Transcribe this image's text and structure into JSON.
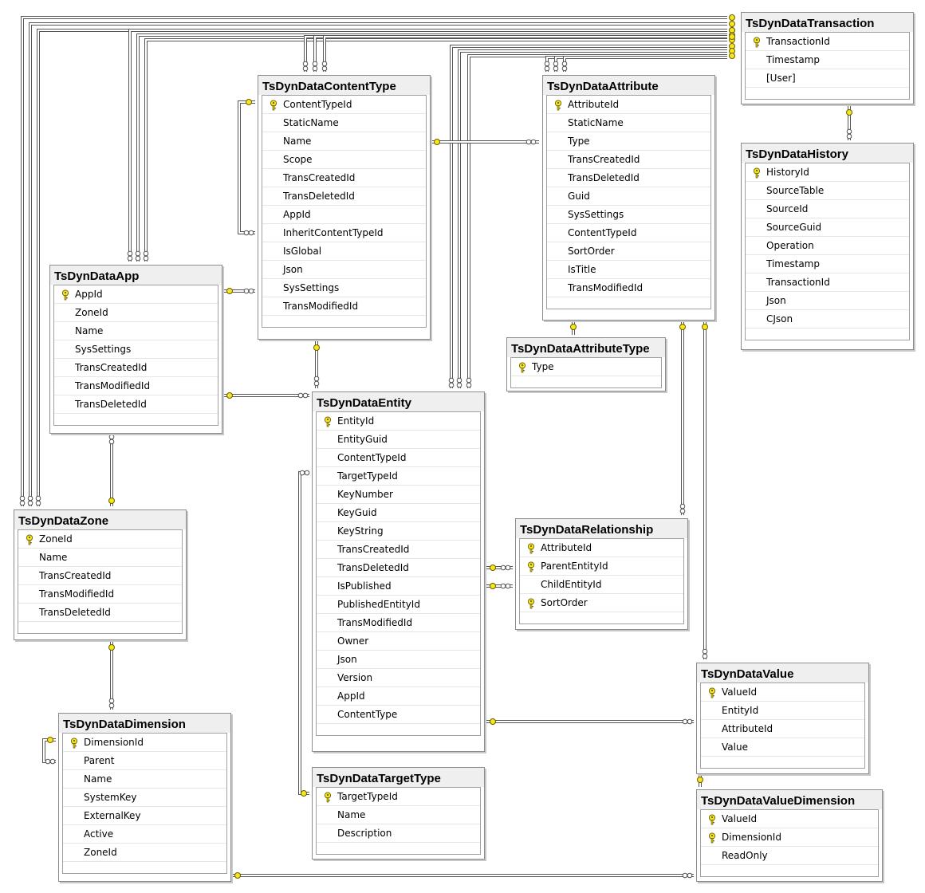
{
  "tables": [
    {
      "id": "transaction",
      "name": "TsDynDataTransaction",
      "columns": [
        {
          "name": "TransactionId",
          "pk": true
        },
        {
          "name": "Timestamp"
        },
        {
          "name": "[User]"
        }
      ]
    },
    {
      "id": "contenttype",
      "name": "TsDynDataContentType",
      "columns": [
        {
          "name": "ContentTypeId",
          "pk": true
        },
        {
          "name": "StaticName"
        },
        {
          "name": "Name"
        },
        {
          "name": "Scope"
        },
        {
          "name": "TransCreatedId"
        },
        {
          "name": "TransDeletedId"
        },
        {
          "name": "AppId"
        },
        {
          "name": "InheritContentTypeId"
        },
        {
          "name": "IsGlobal"
        },
        {
          "name": "Json"
        },
        {
          "name": "SysSettings"
        },
        {
          "name": "TransModifiedId"
        }
      ]
    },
    {
      "id": "attribute",
      "name": "TsDynDataAttribute",
      "columns": [
        {
          "name": "AttributeId",
          "pk": true
        },
        {
          "name": "StaticName"
        },
        {
          "name": "Type"
        },
        {
          "name": "TransCreatedId"
        },
        {
          "name": "TransDeletedId"
        },
        {
          "name": "Guid"
        },
        {
          "name": "SysSettings"
        },
        {
          "name": "ContentTypeId"
        },
        {
          "name": "SortOrder"
        },
        {
          "name": "IsTitle"
        },
        {
          "name": "TransModifiedId"
        }
      ]
    },
    {
      "id": "history",
      "name": "TsDynDataHistory",
      "columns": [
        {
          "name": "HistoryId",
          "pk": true
        },
        {
          "name": "SourceTable"
        },
        {
          "name": "SourceId"
        },
        {
          "name": "SourceGuid"
        },
        {
          "name": "Operation"
        },
        {
          "name": "Timestamp"
        },
        {
          "name": "TransactionId"
        },
        {
          "name": "Json"
        },
        {
          "name": "CJson"
        }
      ]
    },
    {
      "id": "app",
      "name": "TsDynDataApp",
      "columns": [
        {
          "name": "AppId",
          "pk": true
        },
        {
          "name": "ZoneId"
        },
        {
          "name": "Name"
        },
        {
          "name": "SysSettings"
        },
        {
          "name": "TransCreatedId"
        },
        {
          "name": "TransModifiedId"
        },
        {
          "name": "TransDeletedId"
        }
      ]
    },
    {
      "id": "attributetype",
      "name": "TsDynDataAttributeType",
      "columns": [
        {
          "name": "Type",
          "pk": true
        }
      ]
    },
    {
      "id": "entity",
      "name": "TsDynDataEntity",
      "columns": [
        {
          "name": "EntityId",
          "pk": true
        },
        {
          "name": "EntityGuid"
        },
        {
          "name": "ContentTypeId"
        },
        {
          "name": "TargetTypeId"
        },
        {
          "name": "KeyNumber"
        },
        {
          "name": "KeyGuid"
        },
        {
          "name": "KeyString"
        },
        {
          "name": "TransCreatedId"
        },
        {
          "name": "TransDeletedId"
        },
        {
          "name": "IsPublished"
        },
        {
          "name": "PublishedEntityId"
        },
        {
          "name": "TransModifiedId"
        },
        {
          "name": "Owner"
        },
        {
          "name": "Json"
        },
        {
          "name": "Version"
        },
        {
          "name": "AppId"
        },
        {
          "name": "ContentType"
        }
      ]
    },
    {
      "id": "zone",
      "name": "TsDynDataZone",
      "columns": [
        {
          "name": "ZoneId",
          "pk": true
        },
        {
          "name": "Name"
        },
        {
          "name": "TransCreatedId"
        },
        {
          "name": "TransModifiedId"
        },
        {
          "name": "TransDeletedId"
        }
      ]
    },
    {
      "id": "relationship",
      "name": "TsDynDataRelationship",
      "columns": [
        {
          "name": "AttributeId",
          "pk": true
        },
        {
          "name": "ParentEntityId",
          "pk": true
        },
        {
          "name": "ChildEntityId"
        },
        {
          "name": "SortOrder",
          "pk": true
        }
      ]
    },
    {
      "id": "value",
      "name": "TsDynDataValue",
      "columns": [
        {
          "name": "ValueId",
          "pk": true
        },
        {
          "name": "EntityId"
        },
        {
          "name": "AttributeId"
        },
        {
          "name": "Value"
        }
      ]
    },
    {
      "id": "dimension",
      "name": "TsDynDataDimension",
      "columns": [
        {
          "name": "DimensionId",
          "pk": true
        },
        {
          "name": "Parent"
        },
        {
          "name": "Name"
        },
        {
          "name": "SystemKey"
        },
        {
          "name": "ExternalKey"
        },
        {
          "name": "Active"
        },
        {
          "name": "ZoneId"
        }
      ]
    },
    {
      "id": "targettype",
      "name": "TsDynDataTargetType",
      "columns": [
        {
          "name": "TargetTypeId",
          "pk": true
        },
        {
          "name": "Name"
        },
        {
          "name": "Description"
        }
      ]
    },
    {
      "id": "valuedimension",
      "name": "TsDynDataValueDimension",
      "columns": [
        {
          "name": "ValueId",
          "pk": true
        },
        {
          "name": "DimensionId",
          "pk": true
        },
        {
          "name": "ReadOnly"
        }
      ]
    }
  ],
  "colors": {
    "key": "#f5e61e",
    "line": "#555555",
    "header": "#efefef",
    "border": "#8c8c8c"
  }
}
